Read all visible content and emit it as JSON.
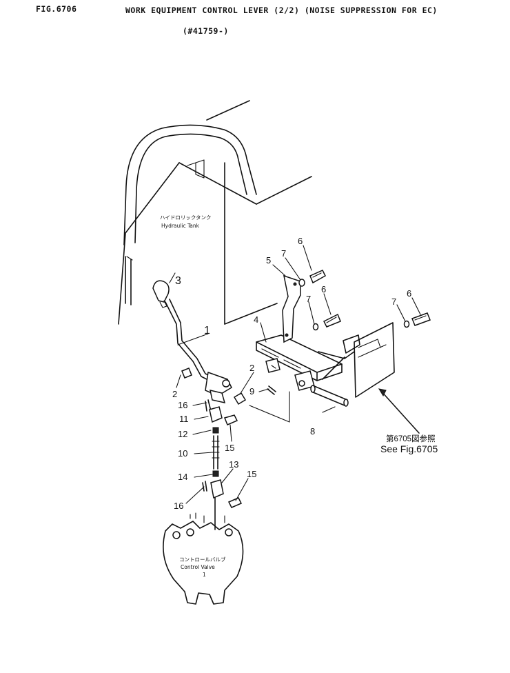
{
  "header": {
    "fig_no": "FIG.6706",
    "title": "WORK EQUIPMENT CONTROL LEVER (2/2) (NOISE SUPPRESSION FOR EC)",
    "serial": "(#41759-)"
  },
  "labels": {
    "hydraulic_tank_jp": "ハイドロリックタンク",
    "hydraulic_tank_en": "Hydraulic  Tank",
    "control_valve_jp": "コントロールバルブ",
    "control_valve_en": "Control  Valve",
    "control_valve_sub": "1",
    "see_fig_jp": "第6705図参照",
    "see_fig_en": "See Fig.6705"
  },
  "callouts": {
    "c1": "1",
    "c2a": "2",
    "c2b": "2",
    "c3": "3",
    "c4": "4",
    "c5": "5",
    "c6a": "6",
    "c6b": "6",
    "c6c": "6",
    "c7a": "7",
    "c7b": "7",
    "c7c": "7",
    "c8": "8",
    "c9": "9",
    "c10": "10",
    "c11": "11",
    "c12": "12",
    "c13": "13",
    "c14": "14",
    "c15a": "15",
    "c15b": "15",
    "c16a": "16",
    "c16b": "16"
  }
}
